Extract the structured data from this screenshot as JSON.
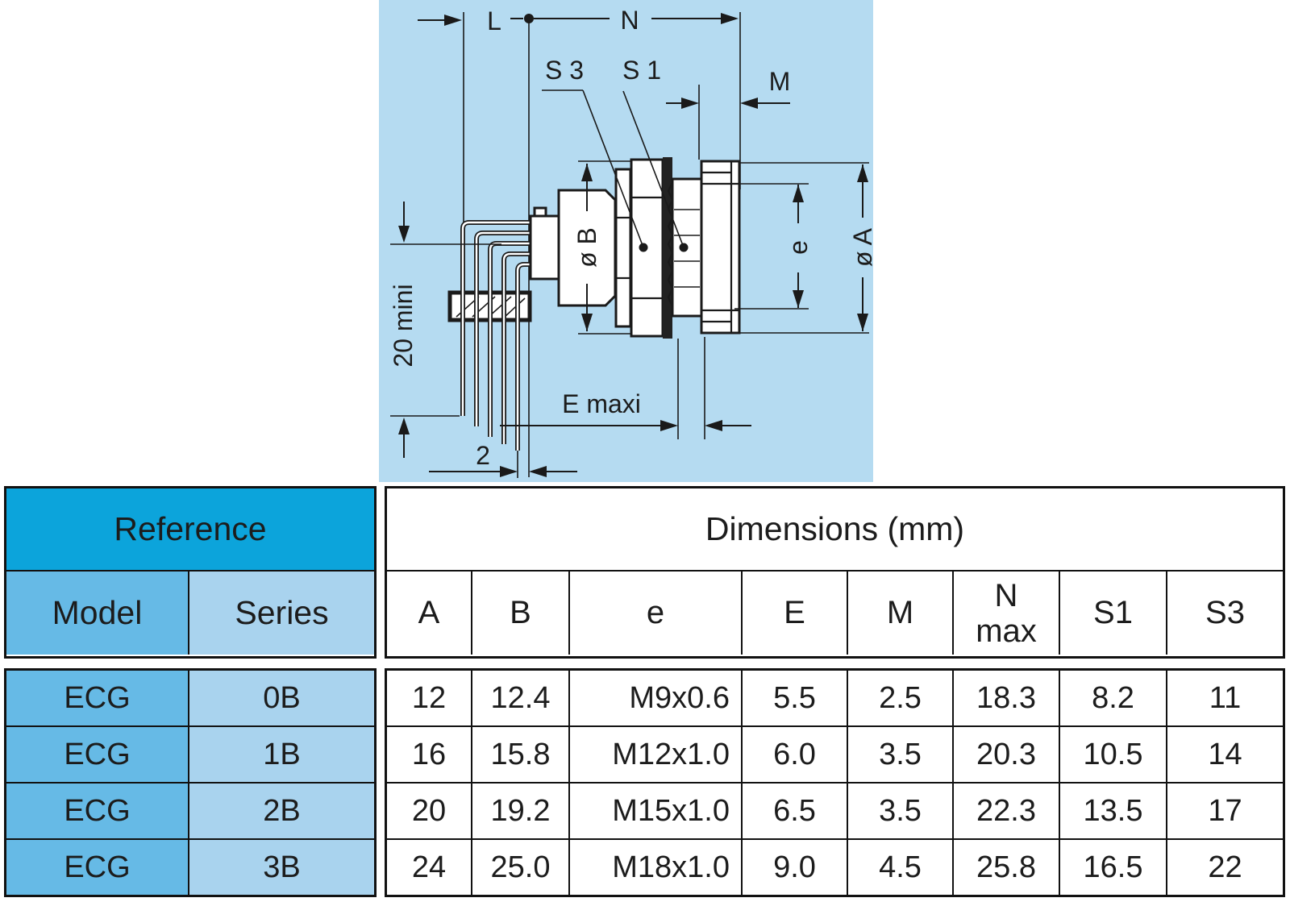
{
  "drawing": {
    "background": "#B5DBF1",
    "labels": {
      "L": "L",
      "N": "N",
      "S3": "S 3",
      "S1": "S 1",
      "M": "M",
      "dia_b": "ø B",
      "e": "e",
      "dia_a": "ø A",
      "e_maxi": "E maxi",
      "min20": "20 mini",
      "two": "2"
    }
  },
  "table": {
    "reference_header": "Reference",
    "dimensions_header": "Dimensions (mm)",
    "model_header": "Model",
    "series_header": "Series",
    "columns": [
      "A",
      "B",
      "e",
      "E",
      "M",
      "N",
      "S1",
      "S3"
    ],
    "n_sub": "max",
    "colors": {
      "reference_bg": "#0CA4DB",
      "model_bg": "#66BAE6",
      "series_bg": "#A9D3EE",
      "line": "#111111"
    },
    "rows": [
      {
        "model": "ECG",
        "series": "0B",
        "A": "12",
        "B": "12.4",
        "e": "M9x0.6",
        "E": "5.5",
        "M": "2.5",
        "N": "18.3",
        "S1": "8.2",
        "S3": "11"
      },
      {
        "model": "ECG",
        "series": "1B",
        "A": "16",
        "B": "15.8",
        "e": "M12x1.0",
        "E": "6.0",
        "M": "3.5",
        "N": "20.3",
        "S1": "10.5",
        "S3": "14"
      },
      {
        "model": "ECG",
        "series": "2B",
        "A": "20",
        "B": "19.2",
        "e": "M15x1.0",
        "E": "6.5",
        "M": "3.5",
        "N": "22.3",
        "S1": "13.5",
        "S3": "17"
      },
      {
        "model": "ECG",
        "series": "3B",
        "A": "24",
        "B": "25.0",
        "e": "M18x1.0",
        "E": "9.0",
        "M": "4.5",
        "N": "25.8",
        "S1": "16.5",
        "S3": "22"
      }
    ]
  }
}
